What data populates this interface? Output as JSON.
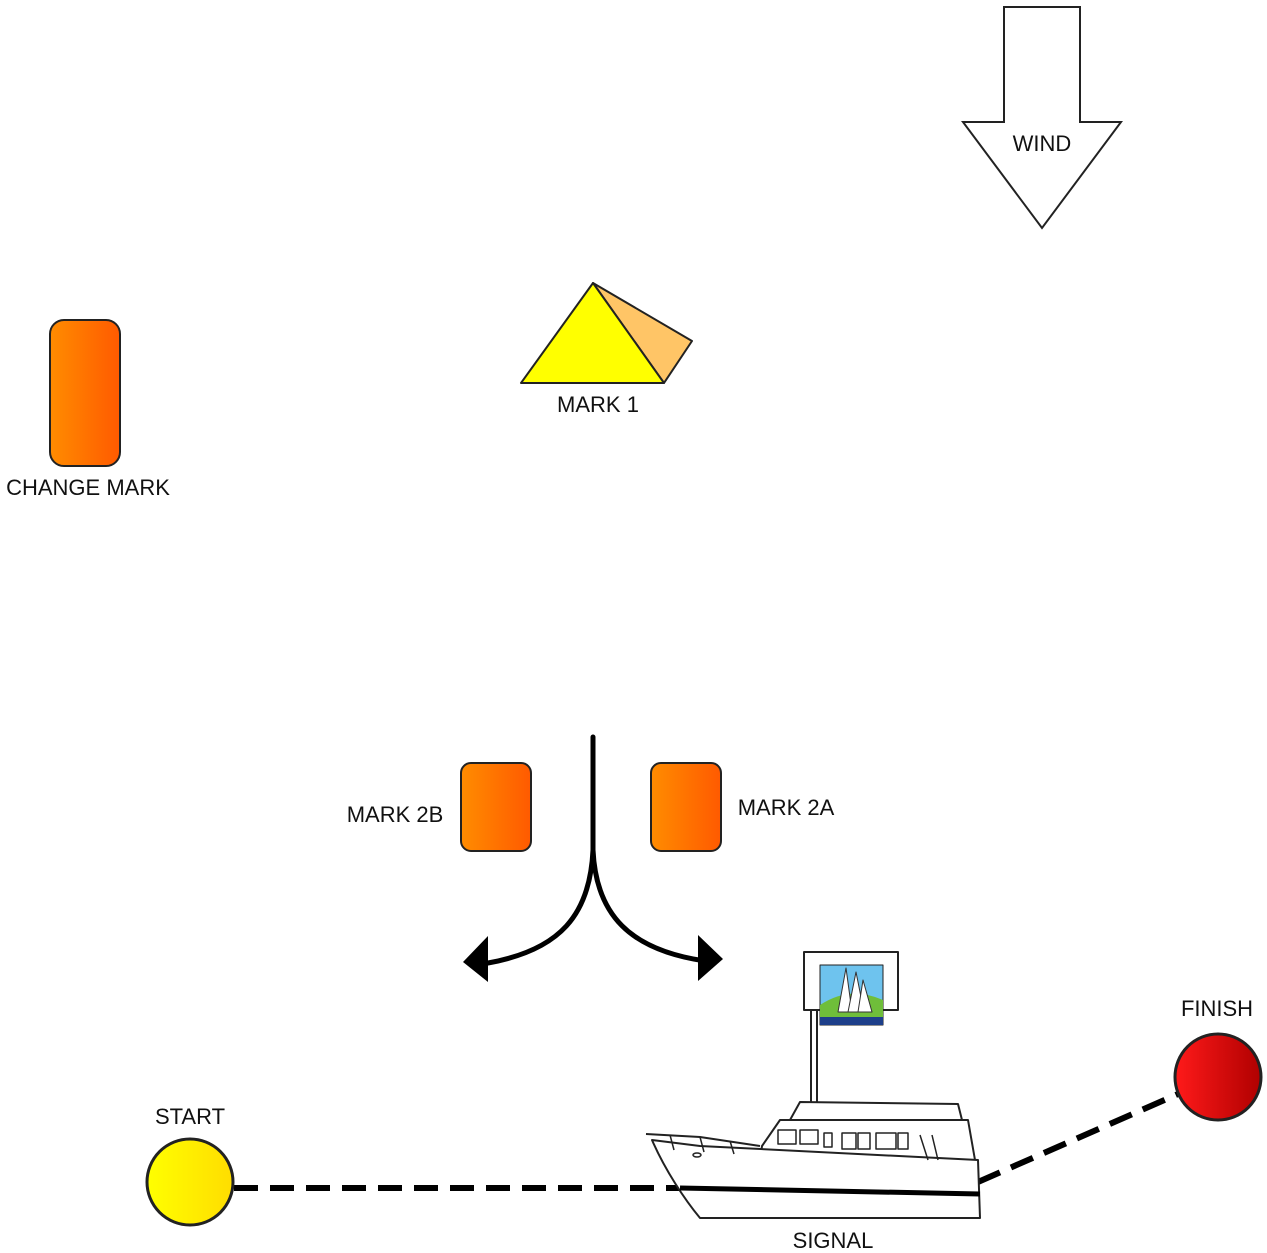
{
  "labels": {
    "wind": "WIND",
    "mark1": "MARK 1",
    "change_mark": "CHANGE MARK",
    "mark2b": "MARK 2B",
    "mark2a": "MARK 2A",
    "start": "START",
    "finish": "FINISH",
    "signal": "SIGNAL"
  },
  "colors": {
    "orange_light": "#ff8c00",
    "orange_dark": "#ff5a00",
    "yellow": "#ffff00",
    "red_light": "#ff1a1a",
    "red_dark": "#b00000",
    "pyramid_side": "#ffc566"
  },
  "icons": {
    "wind": "down-arrow-icon",
    "mark1": "pyramid-buoy-icon",
    "signal": "motor-yacht-icon",
    "flag": "sailing-flag-icon"
  }
}
